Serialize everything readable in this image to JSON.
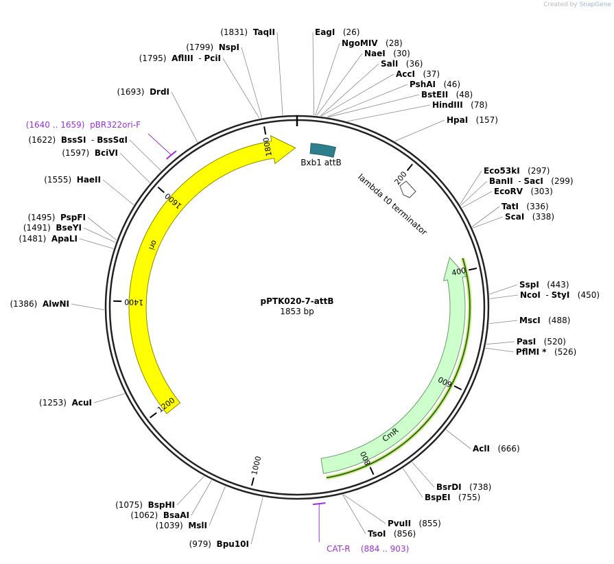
{
  "credit": {
    "created_by": "Created by",
    "brand": "SnapGene"
  },
  "plasmid": {
    "name": "pPTK020-7-attB",
    "length_label": "1853 bp",
    "length": 1853
  },
  "colors": {
    "ori": "#ffff00",
    "cmr": "#ccffcc",
    "attb": "#2e7f8c",
    "primer": "#9b30d9",
    "cmr_outline": "#2b6b1a"
  },
  "ticks": [
    "200",
    "400",
    "600",
    "800",
    "1000",
    "1200",
    "1400",
    "1600",
    "1800"
  ],
  "features": [
    {
      "name": "ori",
      "type": "arrow",
      "direction": "cw"
    },
    {
      "name": "CmR",
      "type": "arrow",
      "direction": "ccw"
    },
    {
      "name": "Bxb1 attB",
      "type": "box"
    },
    {
      "name": "lambda t0 terminator",
      "type": "terminator"
    }
  ],
  "sites": [
    {
      "enzyme": "TaqII",
      "pos": "(1831)",
      "bp": 1831
    },
    {
      "enzyme": "NspI",
      "pos": "(1799)",
      "bp": 1799
    },
    {
      "enzyme": "AflIII",
      "enzyme2": "PciI",
      "pos": "(1795)",
      "bp": 1795
    },
    {
      "enzyme": "DrdI",
      "pos": "(1693)",
      "bp": 1693
    },
    {
      "enzyme": "BssSI",
      "enzyme2": "BssSαI",
      "pos": "(1622)",
      "bp": 1622
    },
    {
      "enzyme": "BciVI",
      "pos": "(1597)",
      "bp": 1597
    },
    {
      "enzyme": "HaeII",
      "pos": "(1555)",
      "bp": 1555
    },
    {
      "enzyme": "PspFI",
      "pos": "(1495)",
      "bp": 1495
    },
    {
      "enzyme": "BseYI",
      "pos": "(1491)",
      "bp": 1491
    },
    {
      "enzyme": "ApaLI",
      "pos": "(1481)",
      "bp": 1481
    },
    {
      "enzyme": "AlwNI",
      "pos": "(1386)",
      "bp": 1386
    },
    {
      "enzyme": "AcuI",
      "pos": "(1253)",
      "bp": 1253
    },
    {
      "enzyme": "BspHI",
      "pos": "(1075)",
      "bp": 1075
    },
    {
      "enzyme": "BsaAI",
      "pos": "(1062)",
      "bp": 1062
    },
    {
      "enzyme": "MslI",
      "pos": "(1039)",
      "bp": 1039
    },
    {
      "enzyme": "Bpu10I",
      "pos": "(979)",
      "bp": 979
    },
    {
      "enzyme": "EagI",
      "pos": "(26)",
      "bp": 26
    },
    {
      "enzyme": "NgoMIV",
      "pos": "(28)",
      "bp": 28
    },
    {
      "enzyme": "NaeI",
      "pos": "(30)",
      "bp": 30
    },
    {
      "enzyme": "SalI",
      "pos": "(36)",
      "bp": 36
    },
    {
      "enzyme": "AccI",
      "pos": "(37)",
      "bp": 37
    },
    {
      "enzyme": "PshAI",
      "pos": "(46)",
      "bp": 46
    },
    {
      "enzyme": "BstEII",
      "pos": "(48)",
      "bp": 48
    },
    {
      "enzyme": "HindIII",
      "pos": "(78)",
      "bp": 78
    },
    {
      "enzyme": "HpaI",
      "pos": "(157)",
      "bp": 157
    },
    {
      "enzyme": "Eco53kI",
      "pos": "(297)",
      "bp": 297
    },
    {
      "enzyme": "BanII",
      "enzyme2": "SacI",
      "pos": "(299)",
      "bp": 299
    },
    {
      "enzyme": "EcoRV",
      "pos": "(303)",
      "bp": 303
    },
    {
      "enzyme": "TatI",
      "pos": "(336)",
      "bp": 336
    },
    {
      "enzyme": "ScaI",
      "pos": "(338)",
      "bp": 338
    },
    {
      "enzyme": "SspI",
      "pos": "(443)",
      "bp": 443
    },
    {
      "enzyme": "NcoI",
      "enzyme2": "StyI",
      "pos": "(450)",
      "bp": 450
    },
    {
      "enzyme": "MscI",
      "pos": "(488)",
      "bp": 488
    },
    {
      "enzyme": "PasI",
      "pos": "(520)",
      "bp": 520
    },
    {
      "enzyme": "PflMI *",
      "pos": "(526)",
      "bp": 526
    },
    {
      "enzyme": "AclI",
      "pos": "(666)",
      "bp": 666
    },
    {
      "enzyme": "BsrDI",
      "pos": "(738)",
      "bp": 738
    },
    {
      "enzyme": "BspEI",
      "pos": "(755)",
      "bp": 755
    },
    {
      "enzyme": "PvuII",
      "pos": "(855)",
      "bp": 855
    },
    {
      "enzyme": "TsoI",
      "pos": "(856)",
      "bp": 856
    }
  ],
  "primers": [
    {
      "name": "pBR322ori-F",
      "range": "(1640 .. 1659)",
      "start": 1640,
      "end": 1659
    },
    {
      "name": "CAT-R",
      "range": "(884 .. 903)",
      "start": 884,
      "end": 903
    }
  ]
}
